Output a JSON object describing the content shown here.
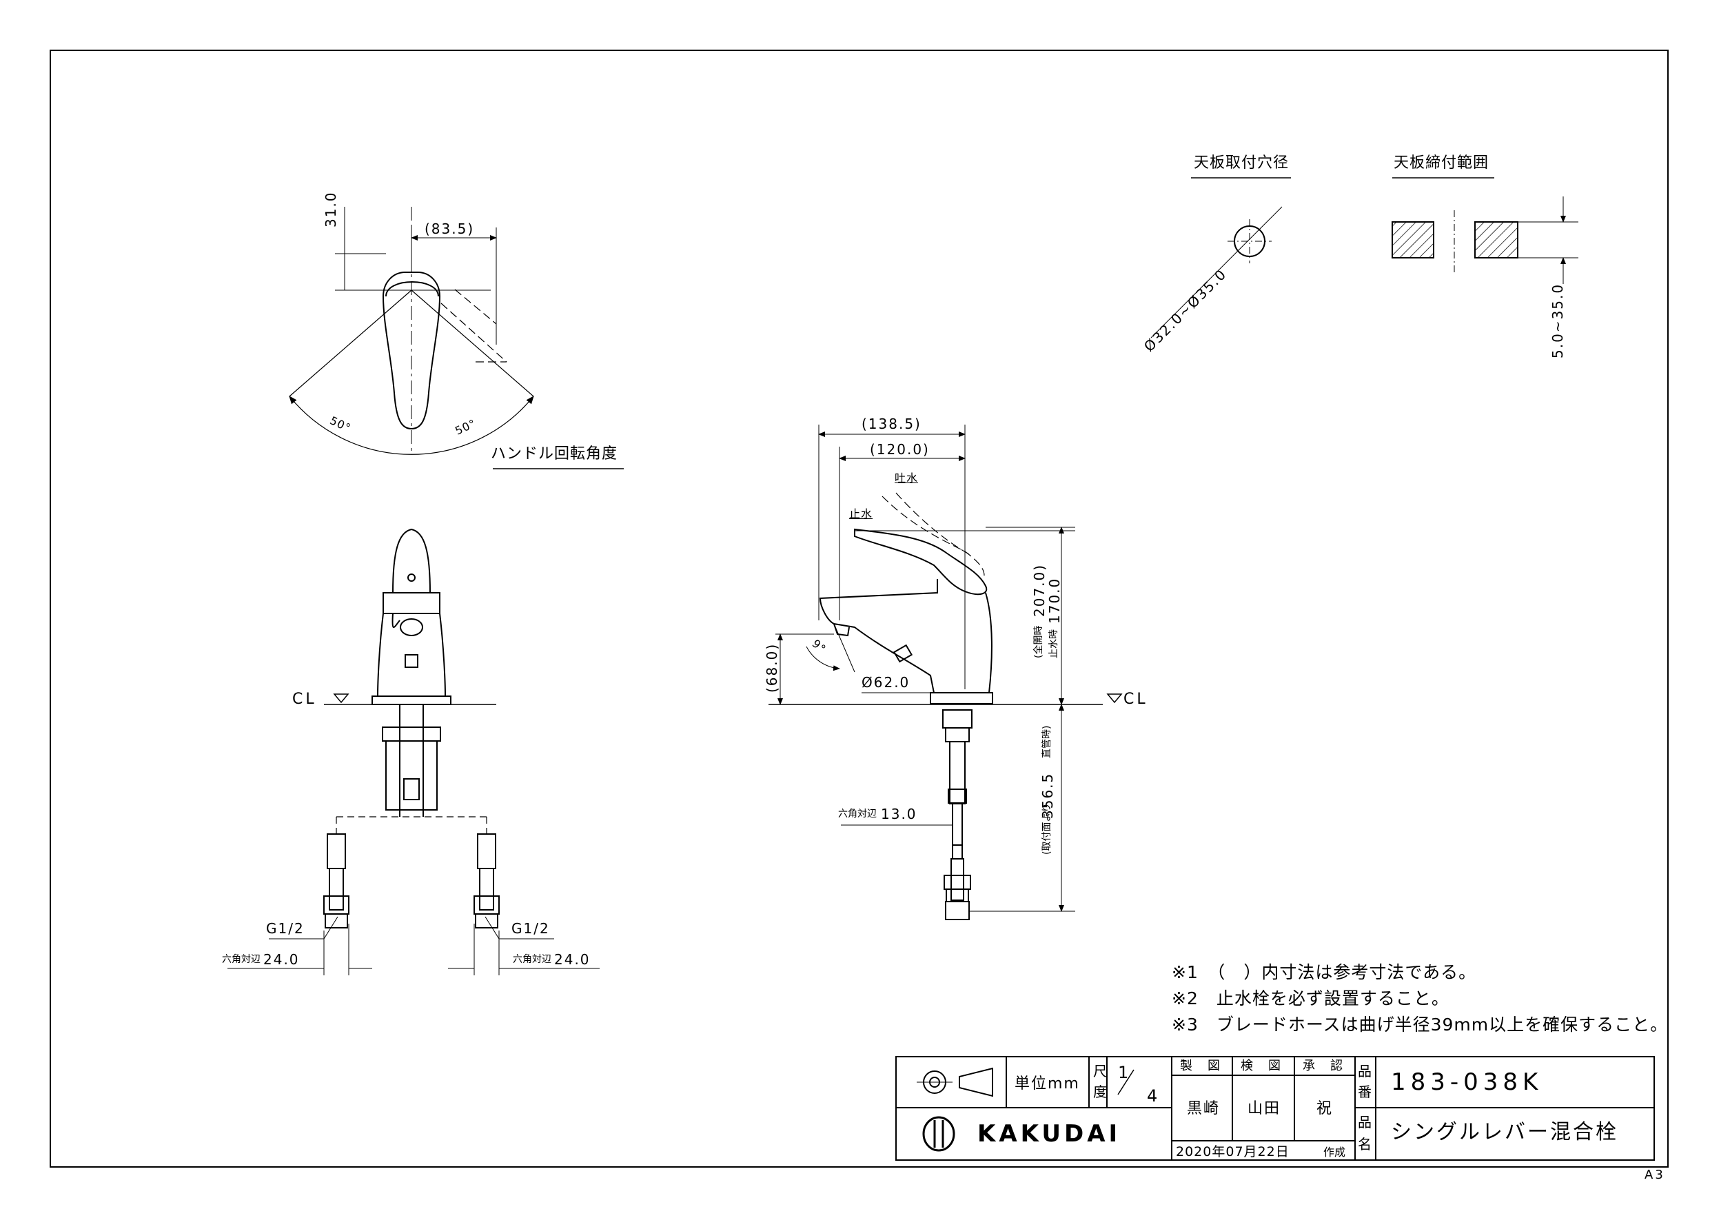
{
  "section_titles": {
    "hole_diameter": "天板取付穴径",
    "clamp_range": "天板締付範囲",
    "handle_rotation": "ハンドル回転角度"
  },
  "dims": {
    "handle_offset": "31.0",
    "handle_width": "(83.5)",
    "angle_left": "50°",
    "angle_right": "50°",
    "hole_dia": "Ø32.0~Ø35.0",
    "clamp_thickness": "5.0~35.0",
    "overall_width": "(138.5)",
    "spout_reach": "(120.0)",
    "spout_height": "(68.0)",
    "spout_angle": "9°",
    "base_dia": "Ø62.0",
    "height_open_label": "(全開時",
    "height_open": "207.0)",
    "height_stop_label": "止水時",
    "height_stop": "170.0",
    "pipe_prefix": "(取付面より",
    "pipe_length": "356.5",
    "pipe_note": "直管時)",
    "hex_small": "13.0",
    "hex_small_label": "六角対辺",
    "hex_left": "24.0",
    "hex_right": "24.0",
    "hex_left_label": "六角対辺",
    "hex_right_label": "六角対辺",
    "thread_left": "G1/2",
    "thread_right": "G1/2"
  },
  "labels": {
    "discharge": "吐水",
    "stop": "止水",
    "cl_left": "CL",
    "cl_right": "CL"
  },
  "notes": [
    "※1　（　）内寸法は参考寸法である。",
    "※2　止水栓を必ず設置すること。",
    "※3　ブレードホースは曲げ半径39mm以上を確保すること。"
  ],
  "title_block": {
    "unit_label": "単位mm",
    "scale_label_1": "尺",
    "scale_label_2": "度",
    "scale_num": "1",
    "scale_den": "4",
    "drawn_header": "製　図",
    "checked_header": "検　図",
    "approved_header": "承　認",
    "drawn_by": "黒崎",
    "checked_by": "山田",
    "approved_by": "祝",
    "date": "2020年07月22日",
    "date_suffix": "作成",
    "part_no_label_1": "品",
    "part_no_label_2": "番",
    "part_no": "183-038K",
    "name_label_1": "品",
    "name_label_2": "名",
    "product_name": "シングルレバー混合栓",
    "company": "KAKUDAI",
    "sheet_size": "A3"
  }
}
